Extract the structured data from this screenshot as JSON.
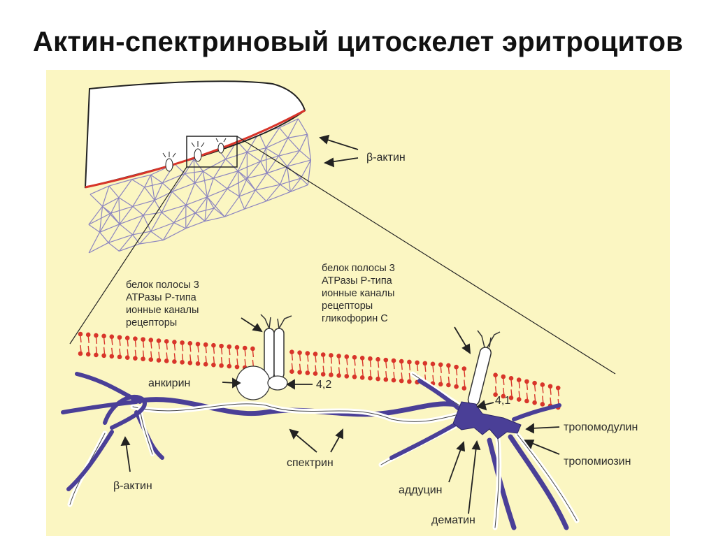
{
  "slide": {
    "title": "Актин-спектриновый цитоскелет эритроцитов"
  },
  "colors": {
    "panel_bg": "#fbf6c2",
    "membrane_red": "#d8352a",
    "network_purple": "#8c85c0",
    "spectrin_dark": "#4a3f97",
    "spectrin_light": "#ffffff"
  },
  "labels": {
    "beta_actin_top": "β-актин",
    "band3_left": [
      "белок полосы 3",
      "АТРазы Р-типа",
      "ионные каналы",
      "рецепторы"
    ],
    "band3_right": [
      "белок полосы 3",
      "АТРазы Р-типа",
      "ионные каналы",
      "рецепторы",
      "гликофорин С"
    ],
    "ankyrin": "анкирин",
    "protein_42": "4,2",
    "protein_41": "4,1",
    "tropomodulin": "тропомодулин",
    "tropomyosin": "тропомиозин",
    "spectrin": "спектрин",
    "adducin": "аддуцин",
    "dematin": "дематин",
    "beta_actin_bottom": "β-актин"
  }
}
